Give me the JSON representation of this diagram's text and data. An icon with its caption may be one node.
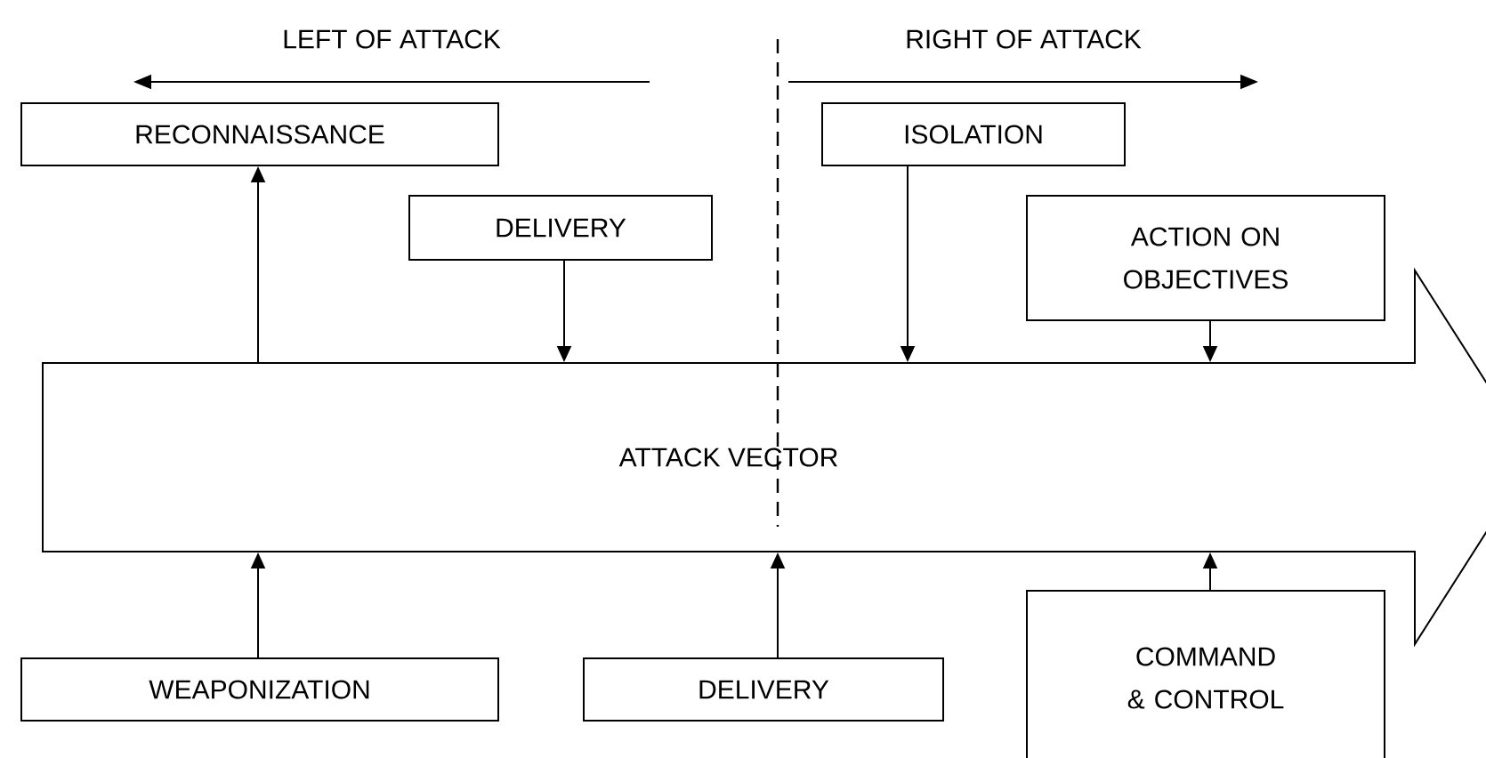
{
  "diagram": {
    "nodes": [
      {
        "text": [
          "RECONNAISSANCE"
        ]
      },
      {
        "text": [
          "ISOLATION"
        ]
      },
      {
        "text": [
          "DELIVERY"
        ]
      },
      {
        "text": [
          "ACTION ON OBJECTIVES"
        ]
      },
      {
        "text": [
          "ATTACK VECTOR"
        ]
      },
      {
        "text": [
          "WEAPONIZATION"
        ]
      },
      {
        "text": [
          "DELIVERY"
        ]
      },
      {
        "text": [
          "COMMAND & CONTROL"
        ]
      }
    ],
    "edges": [
      {
        "from": 4,
        "to": 0,
        "arrow": "to"
      },
      {
        "from": 2,
        "to": 4,
        "arrow": "to"
      },
      {
        "from": 1,
        "to": 4,
        "arrow": "to"
      },
      {
        "from": 3,
        "to": 4,
        "arrow": "to"
      },
      {
        "from": 5,
        "to": 4,
        "arrow": "to"
      },
      {
        "from": 6,
        "to": 4,
        "arrow": "to"
      },
      {
        "from": 7,
        "to": 4,
        "arrow": "to"
      }
    ],
    "labels": [
      "LEFT OF ATTACK",
      "RIGHT OF ATTACK"
    ]
  }
}
